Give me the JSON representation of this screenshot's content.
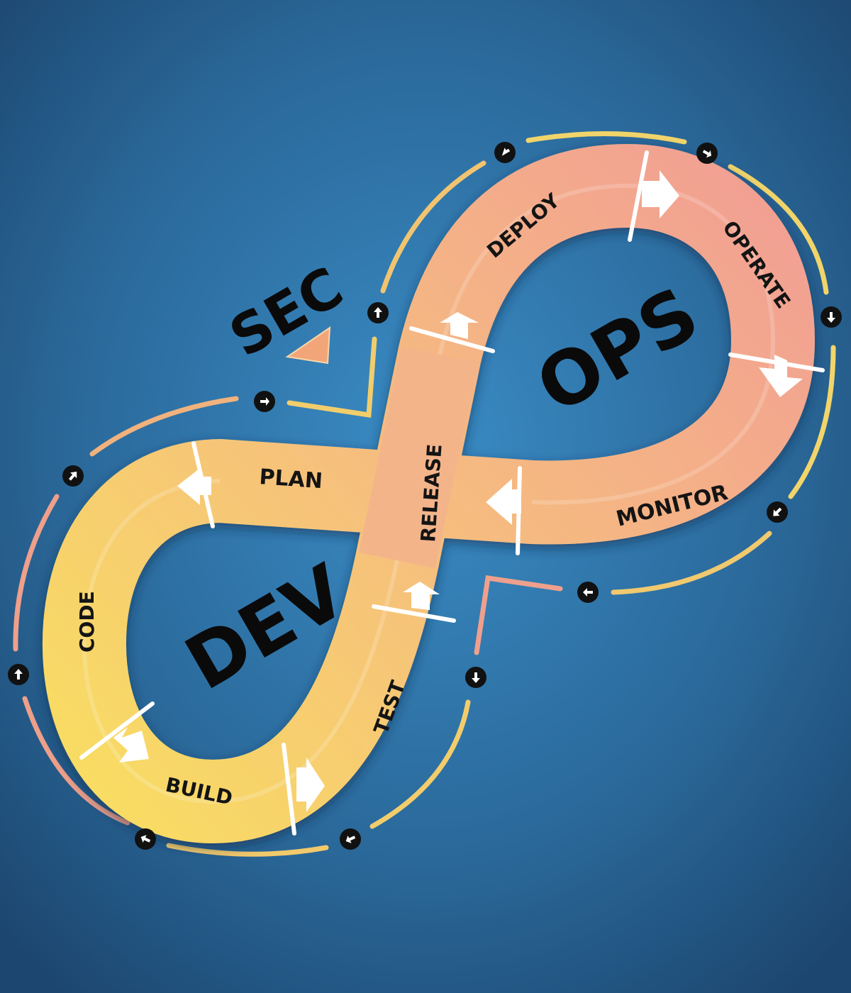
{
  "diagram": {
    "big_labels": {
      "sec": "SEC",
      "dev": "DEV",
      "ops": "OPS"
    },
    "stages": {
      "plan": "PLAN",
      "code": "CODE",
      "build": "BUILD",
      "test": "TEST",
      "release": "RELEASE",
      "deploy": "DEPLOY",
      "operate": "OPERATE",
      "monitor": "MONITOR"
    },
    "colors": {
      "background": "#1f4f7c",
      "dev_loop": "#f7d46a",
      "ops_loop": "#f2a08f",
      "outer_arc_warm": "#f3d36b",
      "outer_arc_pink": "#ee9a8e",
      "text": "#141414"
    }
  }
}
